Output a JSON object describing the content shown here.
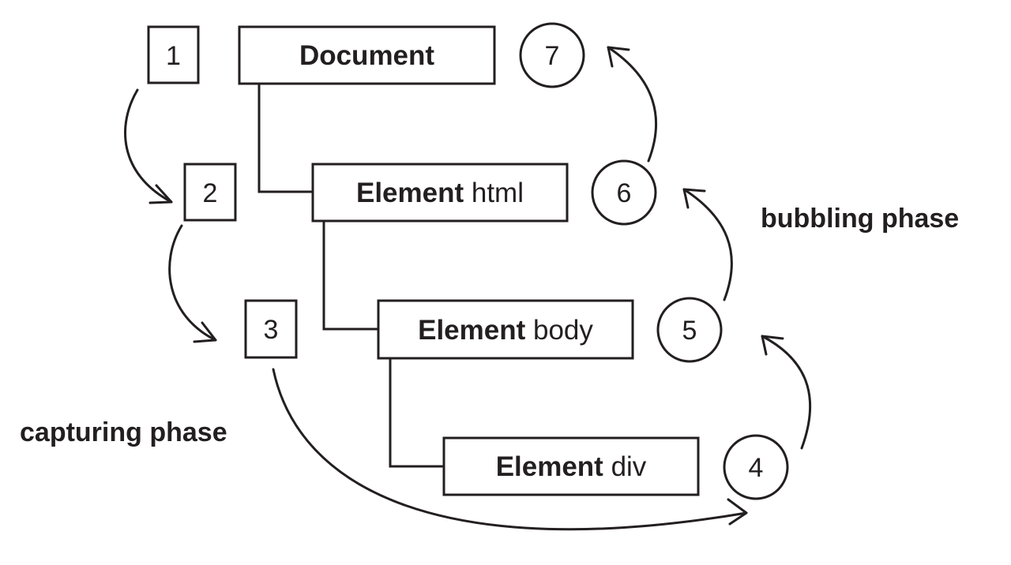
{
  "nodes": {
    "document": {
      "bold": "Document",
      "rest": ""
    },
    "html": {
      "bold": "Element",
      "rest": " html"
    },
    "body": {
      "bold": "Element",
      "rest": " body"
    },
    "div": {
      "bold": "Element",
      "rest": " div"
    }
  },
  "steps": {
    "s1": "1",
    "s2": "2",
    "s3": "3",
    "s4": "4",
    "s5": "5",
    "s6": "6",
    "s7": "7"
  },
  "phases": {
    "capturing": "capturing phase",
    "bubbling": "bubbling phase"
  },
  "colors": {
    "ink": "#231f20",
    "background": "#ffffff"
  }
}
